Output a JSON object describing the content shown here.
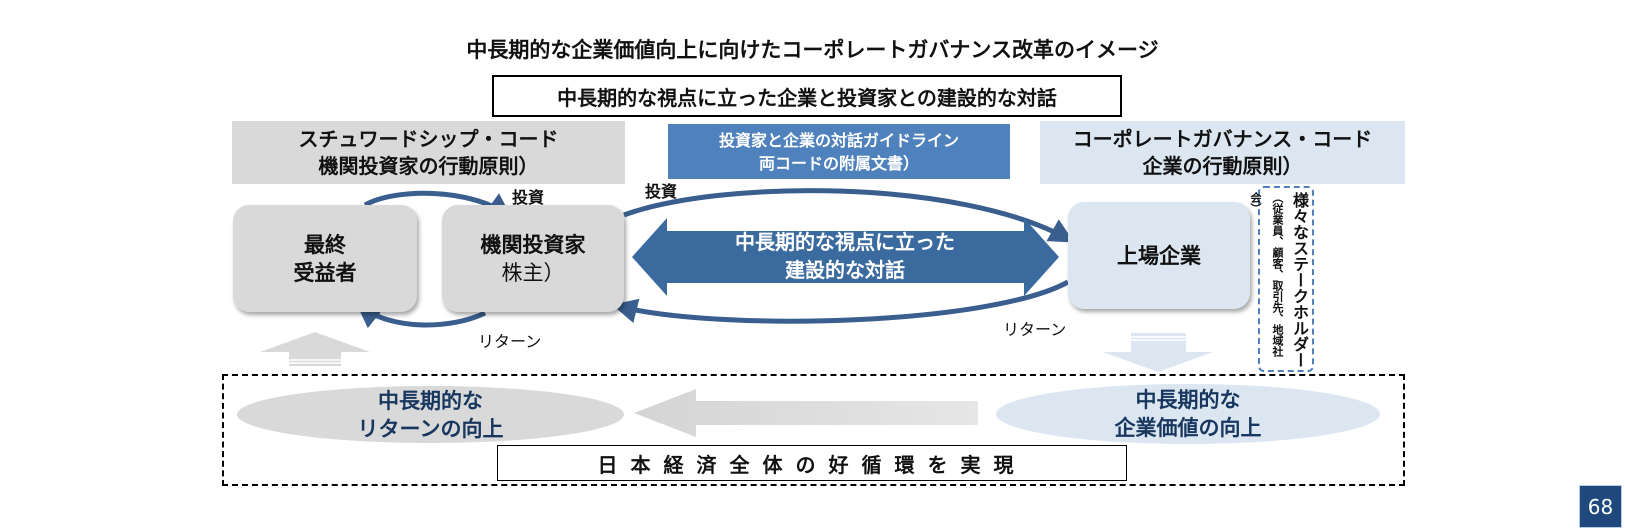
{
  "title": "中長期的な企業価値向上に向けたコーポレートガバナンス改革のイメージ",
  "subtitle": "中長期的な視点に立った企業と投資家との建設的な対話",
  "headers": {
    "left": {
      "line1": "スチュワードシップ・コード",
      "line2": "機関投資家の行動原則）"
    },
    "middle": {
      "line1": "投資家と企業の対話ガイドライン",
      "line2": "両コードの附属文書）"
    },
    "right": {
      "line1": "コーポレートガバナンス・コード",
      "line2": "企業の行動原則）"
    }
  },
  "nodes": {
    "beneficiary": {
      "line1": "最終",
      "line2": "受益者"
    },
    "investor": {
      "line1": "機関投資家",
      "line2": "株主）"
    },
    "company": {
      "label": "上場企業"
    }
  },
  "flows": {
    "invest_left": "投資",
    "invest_right": "投資",
    "return_left": "リターン",
    "return_right": "リターン"
  },
  "dialog": {
    "line1": "中長期的な視点に立った",
    "line2": "建設的な対話"
  },
  "stakeholders": {
    "main": "様々なステークホルダー",
    "detail": "（従業員、顧客、取引先、地域社会）"
  },
  "bottom": {
    "left": {
      "line1": "中長期的な",
      "line2": "リターンの向上"
    },
    "right": {
      "line1": "中長期的な",
      "line2": "企業価値の向上"
    },
    "cycle": "日本経済全体の好循環を実現"
  },
  "page_number": "68",
  "colors": {
    "gray_fill": "#d9d9d9",
    "light_blue_fill": "#dce6f1",
    "accent_blue": "#4f81bd",
    "arrow_blue": "#3a5f8e",
    "dark_navy": "#1f497d"
  }
}
